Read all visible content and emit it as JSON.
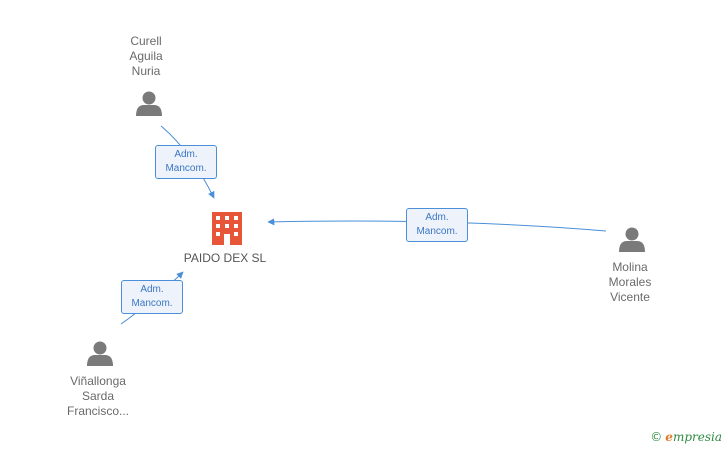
{
  "company": {
    "name": "PAIDO DEX SL",
    "color": "#e8563a",
    "icon": "building-icon"
  },
  "people": [
    {
      "id": "curell",
      "name": "Curell\nAguila\nNuria",
      "icon": "person-icon"
    },
    {
      "id": "molina",
      "name": "Molina\nMorales\nVicente",
      "icon": "person-icon"
    },
    {
      "id": "vinallonga",
      "name": "Viñallonga\nSarda\nFrancisco...",
      "icon": "person-icon"
    }
  ],
  "edges": [
    {
      "from": "curell",
      "line1": "Adm.",
      "line2": "Mancom."
    },
    {
      "from": "molina",
      "line1": "Adm.",
      "line2": "Mancom."
    },
    {
      "from": "vinallonga",
      "line1": "Adm.",
      "line2": "Mancom."
    }
  ],
  "colors": {
    "edge": "#4a8fd8",
    "person": "#7a7a7a"
  },
  "brand": {
    "copyright": "©",
    "first": "e",
    "rest": "mpresia"
  }
}
